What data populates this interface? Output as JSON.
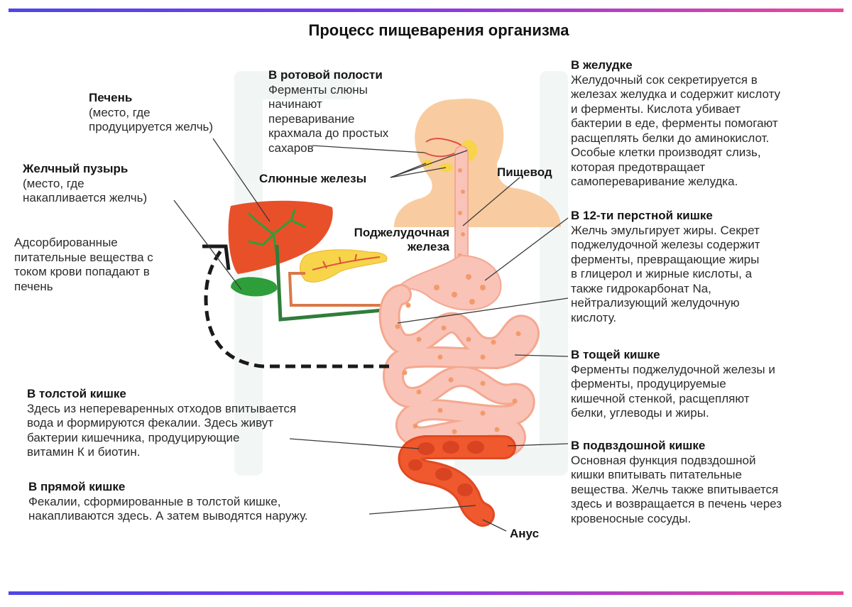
{
  "title": "Процесс пищеварения организма",
  "colors": {
    "accent_start": "#4f46e5",
    "accent_end": "#ec4899",
    "liver": "#e8502a",
    "gallbladder": "#2e9e3a",
    "pancreas": "#f7d44a",
    "intestine": "#f9c3b8",
    "large_intestine": "#f0582e",
    "skin": "#f8cca0",
    "vessel": "#2f7d3a",
    "duct": "#d97848"
  },
  "labels": {
    "liver": {
      "heading": "Печень",
      "text": "(место, где\nпродуцируется желчь)"
    },
    "gallbladder": {
      "heading": "Желчный пузырь",
      "text": "(место, где\nнакапливается желчь)"
    },
    "absorbed": {
      "text": "Адсорбированные\nпитательные вещества с\nтоком крови попадают в\nпечень"
    },
    "mouth": {
      "heading": "В ротовой полости",
      "text": "Ферменты слюны\nначинают\nпереваривание\nкрахмала до простых\nсахаров"
    },
    "salivary": "Слюнные железы",
    "esophagus": "Пищевод",
    "pancreas": "Поджелудочная\nжелеза",
    "anus": "Анус",
    "stomach": {
      "heading": "В желудке",
      "text": "Желудочный сок секретируется в\nжелезах желудка и содержит кислоту\nи ферменты. Кислота убивает\nбактерии в еде, ферменты помогают\nрасщеплять белки до аминокислот.\nОсобые клетки производят слизь,\nкоторая предотвращает\nсамопереваривание желудка."
    },
    "duodenum": {
      "heading": "В 12-ти перстной кишке",
      "text": "Желчь эмульгирует жиры. Секрет\nподжелудочной железы содержит\nферменты, превращающие жиры\nв глицерол и жирные кислоты, а\nтакже гидрокарбонат Na,\nнейтрализующий желудочную\nкислоту."
    },
    "jejunum": {
      "heading": "В тощей кишке",
      "text": "Ферменты поджелудочной железы и\nферменты, продуцируемые\nкишечной стенкой, расщепляют\nбелки, углеводы и жиры."
    },
    "ileum": {
      "heading": "В подвздошной кишке",
      "text": "Основная функция подвздошной\nкишки впитывать питательные\nвещества. Желчь также впитывается\nздесь и возвращается в печень через\nкровеносные сосуды."
    },
    "colon": {
      "heading": "В толстой кишке",
      "text": "Здесь из непереваренных отходов впитывается\nвода и формируются фекалии. Здесь живут\nбактерии кишечника, продуцирующие\nвитамин К и биотин."
    },
    "rectum": {
      "heading": "В прямой кишке",
      "text": "Фекалии, сформированные в толстой кишке,\nнакапливаются здесь. А затем выводятся наружу."
    }
  }
}
